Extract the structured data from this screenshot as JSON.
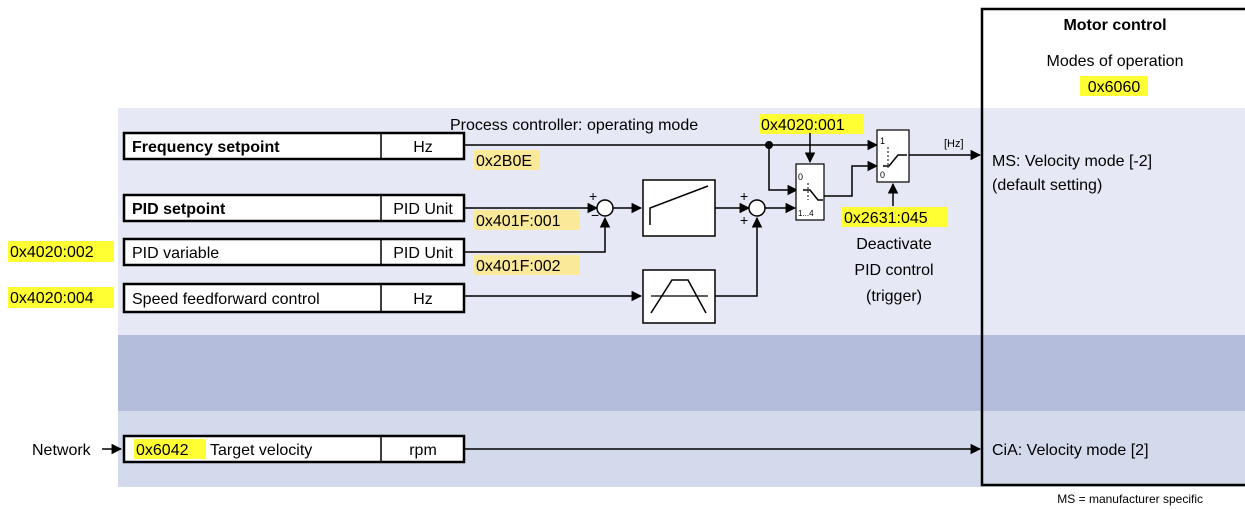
{
  "motor_control": {
    "title": "Motor control",
    "modes_label": "Modes of operation",
    "modes_code": "0x6060"
  },
  "process_controller": {
    "label": "Process controller: operating mode",
    "code": "0x4020:001"
  },
  "inputs": {
    "frequency_setpoint": {
      "name": "Frequency setpoint",
      "unit": "Hz",
      "code": "0x2B0E"
    },
    "pid_setpoint": {
      "name": "PID setpoint",
      "unit": "PID Unit",
      "code": "0x401F:001"
    },
    "pid_variable": {
      "name": "PID variable",
      "unit": "PID Unit",
      "code": "0x401F:002",
      "left_code": "0x4020:002"
    },
    "speed_feedforward": {
      "name": "Speed feedforward control",
      "unit": "Hz",
      "left_code": "0x4020:004"
    },
    "target_velocity": {
      "code": "0x6042",
      "name": "Target velocity",
      "unit": "rpm",
      "source": "Network"
    }
  },
  "outputs": {
    "ms_velocity_line1": "MS: Velocity mode [-2]",
    "ms_velocity_line2": "(default setting)",
    "cia_velocity": "CiA: Velocity mode [2]",
    "hz_tag": "[Hz]"
  },
  "deactivate": {
    "code": "0x2631:045",
    "line1": "Deactivate",
    "line2": "PID control",
    "line3": "(trigger)"
  },
  "switch_labels": {
    "sw1_top": "0",
    "sw1_bottom": "1...4",
    "sw2_top": "1",
    "sw2_bottom": "0"
  },
  "footnote": "MS = manufacturer specific"
}
